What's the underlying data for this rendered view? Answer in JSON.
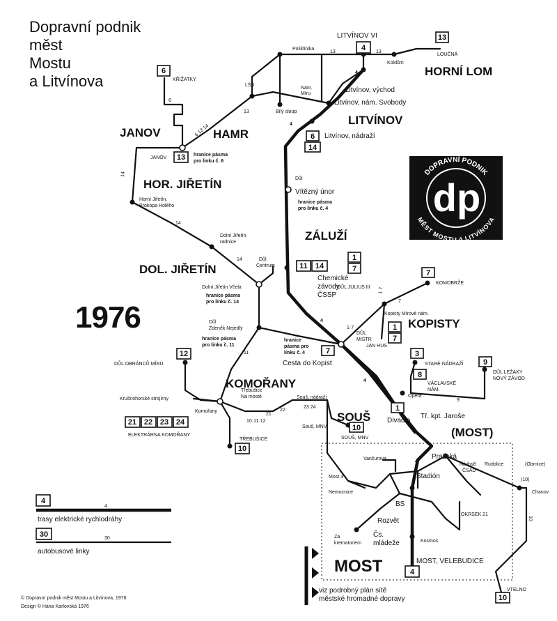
{
  "title_lines": [
    "Dopravní podnik",
    "měst",
    "Mostu",
    "a Litvínova"
  ],
  "year": "1976",
  "logo": {
    "text_top": "DOPRAVNÍ PODNIK",
    "text_bottom": "MĚST MOSTU A LITVÍNOVA",
    "monogram": "dp",
    "icon": "dp-logo-icon"
  },
  "towns": {
    "horni_lom": "HORNÍ LOM",
    "litvinov": "LITVÍNOV",
    "janov": "JANOV",
    "hamr": "HAMR",
    "hor_jiretin": "HOR. JIŘETÍN",
    "zaluzi": "ZÁLUŽÍ",
    "dol_jiretin": "DOL. JIŘETÍN",
    "kopisty": "KOPISTY",
    "komorany": "KOMOŘANY",
    "sous": "SOUŠ",
    "most_paren": "(MOST)",
    "most": "MOST"
  },
  "stops": {
    "litvinov_vi": "LITVÍNOV VI",
    "louchna": "LOUČNÁ",
    "koldom": "Koldům",
    "poliklinika": "Poliklinika",
    "litvinov_vychod": "Litvínov, východ",
    "litvinov_nam_svobody": "Litvínov, nám. Svobody",
    "litvinov_nadrazi": "Litvínov, nádraží",
    "krizatky": "KŘIŽATKY",
    "lsu": "LŠU",
    "nam_miru_1": "Nám.",
    "nam_miru_2": "Míru",
    "bily_sloup": "Bílý sloup",
    "janov_stop": "JANOV",
    "hranice_13_1": "hranice pásma",
    "hranice_13_2": "pro linku č. 6",
    "dul_vitezny_1": "Důl",
    "dul_vitezny_2": "Vítězný únor",
    "hranice_4a_1": "hranice pásma",
    "hranice_4a_2": "pro linku č. 4",
    "horni_jiretin_1": "Horní Jiřetín,",
    "horni_jiretin_2": "Prokopa Holého",
    "dolni_jiretin_radnice_1": "Dolní Jiřetín",
    "dolni_jiretin_radnice_2": "radnice",
    "dul_centrum_1": "Důl",
    "dul_centrum_2": "Centrum",
    "chem_1": "Chemické",
    "chem_2": "závody",
    "chem_3": "ČSSP",
    "dul_julius": "DŮL JULIUS III",
    "komobrze": "KOMOBRŽE",
    "dolni_jiretin_vcela": "Dolní Jiřetín Včela",
    "hranice_14_1": "hranice pásma",
    "hranice_14_2": "pro linku č. 14",
    "kopisty_mirove": "Kopisty Mírové nám.",
    "dul_zdenek_1": "Důl",
    "dul_zdenek_2": "Zdeněk Nejedlý",
    "dul_mistr_1": "DŮL",
    "dul_mistr_2": "MISTR",
    "jan_hus": "JAN HUS",
    "hranice_4b_1": "hranice",
    "hranice_4b_2": "pásma pro",
    "hranice_4b_3": "linku č. 4",
    "cesta_do_kopist": "Cesta do Kopist",
    "dul_obrancu": "DŮL OBRÁNCŮ MÍRU",
    "hranice_11_1": "hranice pásma",
    "hranice_11_2": "pro linku č. 11",
    "stare_nadrazi": "STARÉ NÁDRAŽÍ",
    "dul_lezaky_1": "DŮL LEŽÁKY",
    "dul_lezaky_2": "NOVÝ ZÁVOD",
    "vaclavske_1": "VÁCLAVSKÉ",
    "vaclavske_2": "NÁM.",
    "opera": "Opera",
    "krusnohorske": "Krušnohorské strojírny",
    "trebusice_na_moste_1": "Třebušice",
    "trebusice_na_moste_2": "Na mostě",
    "sous_nadrazi": "Souš, nádraží",
    "komorany_stop": "Komořany",
    "divadlo": "Divadlo",
    "tr_kpt_jarose": "Tř. kpt. Jaroše",
    "elektrarna": "ELEKTRÁRNA KOMOŘANY",
    "trebusice": "TŘEBUŠICE",
    "sous_mnv_1": "Souš, MNV",
    "sous_mnv_2": "SOUŠ, MNV",
    "prazska": "Pražská",
    "vancurova": "Vančurova",
    "nadrazi_csad_1": "Nádraží",
    "nadrazi_csad_2": "ČSAD",
    "rudolice": "Rudolice",
    "obrnice": "(Obrnice)",
    "most3": "Most 3",
    "stadion": "Stadión",
    "chanov": "Chanov",
    "nemocnice": "Nemocnice",
    "bs": "BS",
    "rozvet": "Rozvět",
    "okrsek": "OKRSEK 21",
    "za_krematoriem_1": "Za",
    "za_krematoriem_2": "krematoriem",
    "cs_mladeze_1": "Čs.",
    "cs_mladeze_2": "mládeže",
    "kosmos": "Kosmos",
    "most_velebudice": "MOST, VELEBUDICE",
    "velno": "VTELNO"
  },
  "segment_labels": [
    "13",
    "13",
    "6 13 14",
    "6",
    "13",
    "14",
    "14",
    "14",
    "11",
    "4",
    "4",
    "4",
    "4",
    "1 7",
    "7",
    "9",
    "10",
    "(10)",
    "10·11·12",
    "21",
    "22",
    "23 24",
    "4",
    "1·7"
  ],
  "line_boxes": {
    "b13_top": "13",
    "b4_top": "4",
    "b6_krizatky": "6",
    "b13_janov": "13",
    "b6_litv": "6",
    "b14_litv": "14",
    "b11": "11",
    "b14": "14",
    "b1_chem": "1",
    "b7_chem": "7",
    "b7_komobrze": "7",
    "b1_mistr": "1",
    "b7_mistr": "7",
    "b7_cesta": "7",
    "b3": "3",
    "b9": "9",
    "b8": "8",
    "b12": "12",
    "b1_divadlo": "1",
    "b21": "21",
    "b22": "22",
    "b23": "23",
    "b24": "24",
    "b10_sous": "10",
    "b10_treb": "10",
    "b4_most": "4",
    "b10_velno": "10"
  },
  "legend": {
    "tram_box": "4",
    "tram_num": "4",
    "tram_label": "trasy elektrické rychlodráhy",
    "bus_box": "30",
    "bus_num": "30",
    "bus_label": "autobusové linky"
  },
  "note_lines": [
    "viz podrobný plán sítě",
    "městské hromadné dopravy"
  ],
  "footer_lines": [
    "© Dopravní podnik měst Mostu a Litvínova, 1976",
    "Design © Hana Karlovská 1976"
  ]
}
